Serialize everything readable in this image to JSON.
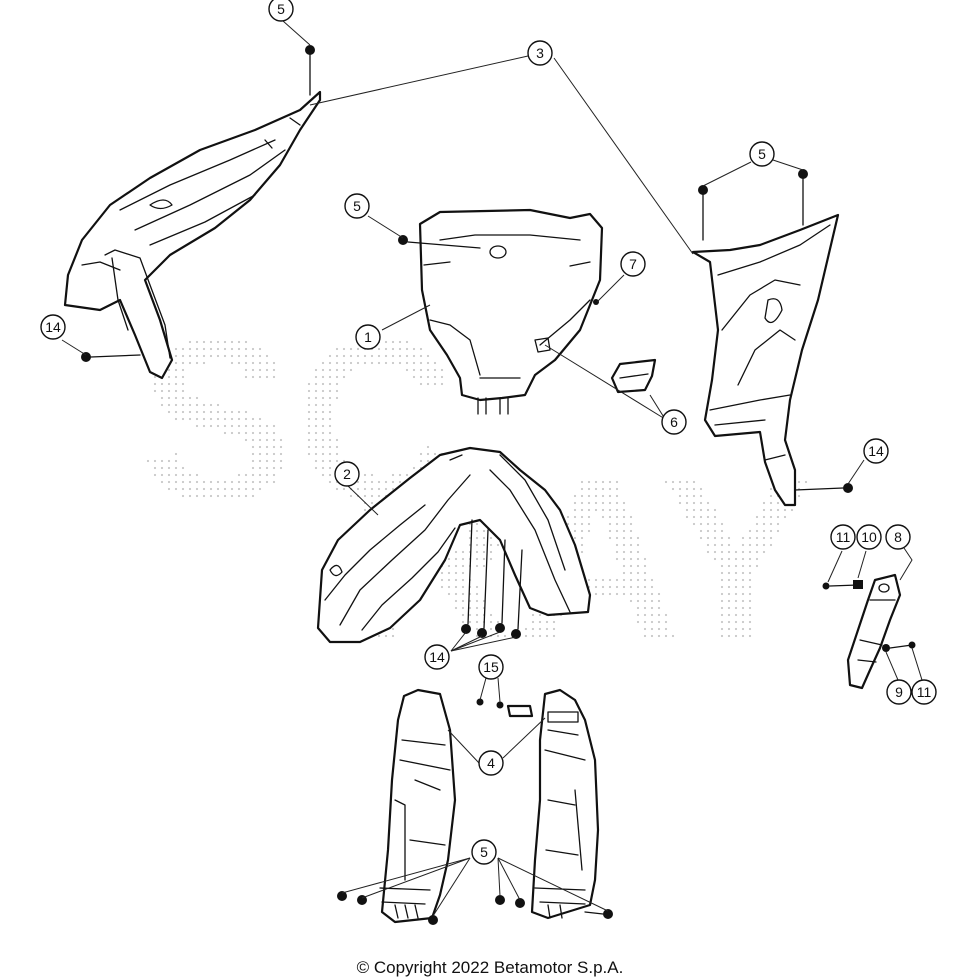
{
  "diagram": {
    "watermark_text": "SCRAY",
    "callouts": [
      {
        "id": "c1",
        "label": "1"
      },
      {
        "id": "c2",
        "label": "2"
      },
      {
        "id": "c3",
        "label": "3"
      },
      {
        "id": "c4",
        "label": "4"
      },
      {
        "id": "c5a",
        "label": "5"
      },
      {
        "id": "c5b",
        "label": "5"
      },
      {
        "id": "c5c",
        "label": "5"
      },
      {
        "id": "c5d",
        "label": "5"
      },
      {
        "id": "c6",
        "label": "6"
      },
      {
        "id": "c7",
        "label": "7"
      },
      {
        "id": "c8",
        "label": "8"
      },
      {
        "id": "c9",
        "label": "9"
      },
      {
        "id": "c10",
        "label": "10"
      },
      {
        "id": "c11a",
        "label": "11"
      },
      {
        "id": "c11b",
        "label": "11"
      },
      {
        "id": "c14a",
        "label": "14"
      },
      {
        "id": "c14b",
        "label": "14"
      },
      {
        "id": "c14c",
        "label": "14"
      },
      {
        "id": "c15",
        "label": "15"
      }
    ]
  },
  "footer": {
    "copyright": "© Copyright 2022 Betamotor S.p.A."
  },
  "colors": {
    "line": "#111111",
    "watermark": "#c8c8c8",
    "background": "#ffffff"
  }
}
